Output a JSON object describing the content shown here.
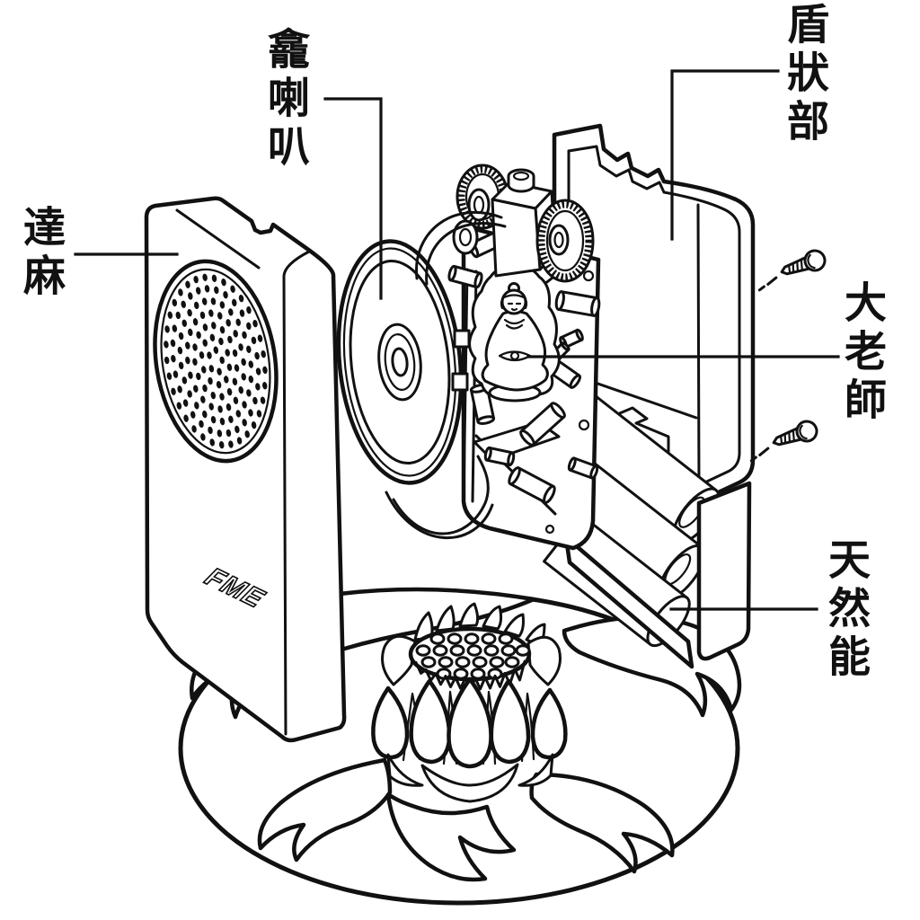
{
  "labels": {
    "front_case": "達麻",
    "speaker": "龕喇叭",
    "shield": "盾狀部",
    "master": "大老師",
    "battery": "天然能"
  },
  "logo": "FME",
  "colors": {
    "ink": "#111111",
    "paper": "#ffffff"
  }
}
